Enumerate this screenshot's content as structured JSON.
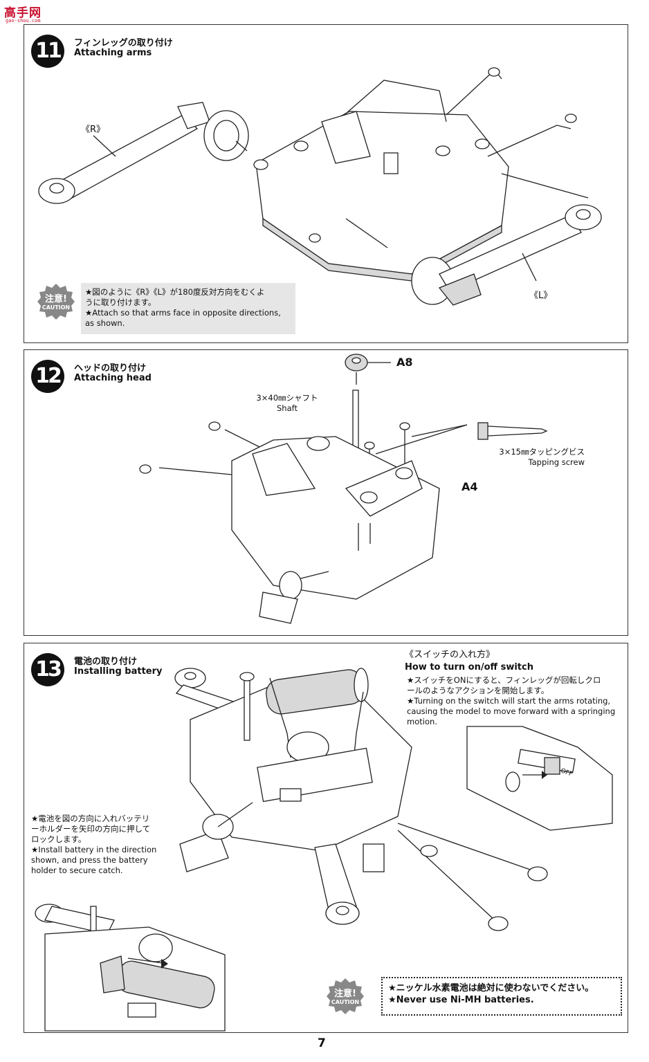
{
  "logo": {
    "name": "高手网",
    "url": "gao-shou.com"
  },
  "steps": [
    {
      "number": "11",
      "title_jp": "フィンレッグの取り付け",
      "title_en": "Attaching arms",
      "labels": {
        "r": "《R》",
        "l": "《L》"
      },
      "caution": {
        "badge_jp": "注意!",
        "badge_en": "CAUTION",
        "lines": [
          "★図のように《R》《L》が180度反対方向をむくよ",
          "うに取り付けます。",
          "★Attach so that arms face in opposite directions,",
          "as shown."
        ]
      }
    },
    {
      "number": "12",
      "title_jp": "ヘッドの取り付け",
      "title_en": "Attaching head",
      "labels": {
        "a8": "A8",
        "a4": "A4",
        "shaft_jp": "3×40㎜シャフト",
        "shaft_en": "Shaft",
        "screw_jp": "3×15㎜タッピングビス",
        "screw_en": "Tapping screw"
      }
    },
    {
      "number": "13",
      "title_jp": "電池の取り付け",
      "title_en": "Installing battery",
      "battery_text": [
        "★電池を図の方向に入れバッテリ",
        "ーホルダーを矢印の方向に押して",
        "ロックします。",
        "★Install battery in the direction",
        "shown, and press the battery",
        "holder to secure catch."
      ],
      "switch": {
        "heading_jp": "《スイッチの入れ方》",
        "heading_en": "How to turn on/off switch",
        "lines": [
          "★スイッチをONにすると、フィンレッグが回転しクロ",
          "ールのようなアクションを開始します。",
          "★Turning on the switch will start the arms rotating,",
          "causing the model to move forward with a springing",
          "motion."
        ],
        "off_label": "OFF"
      },
      "caution": {
        "badge_jp": "注意!",
        "badge_en": "CAUTION",
        "lines": [
          "★ニッケル水素電池は絶対に使わないでください。",
          "★Never use Ni-MH batteries."
        ]
      }
    }
  ],
  "page_number": "7"
}
